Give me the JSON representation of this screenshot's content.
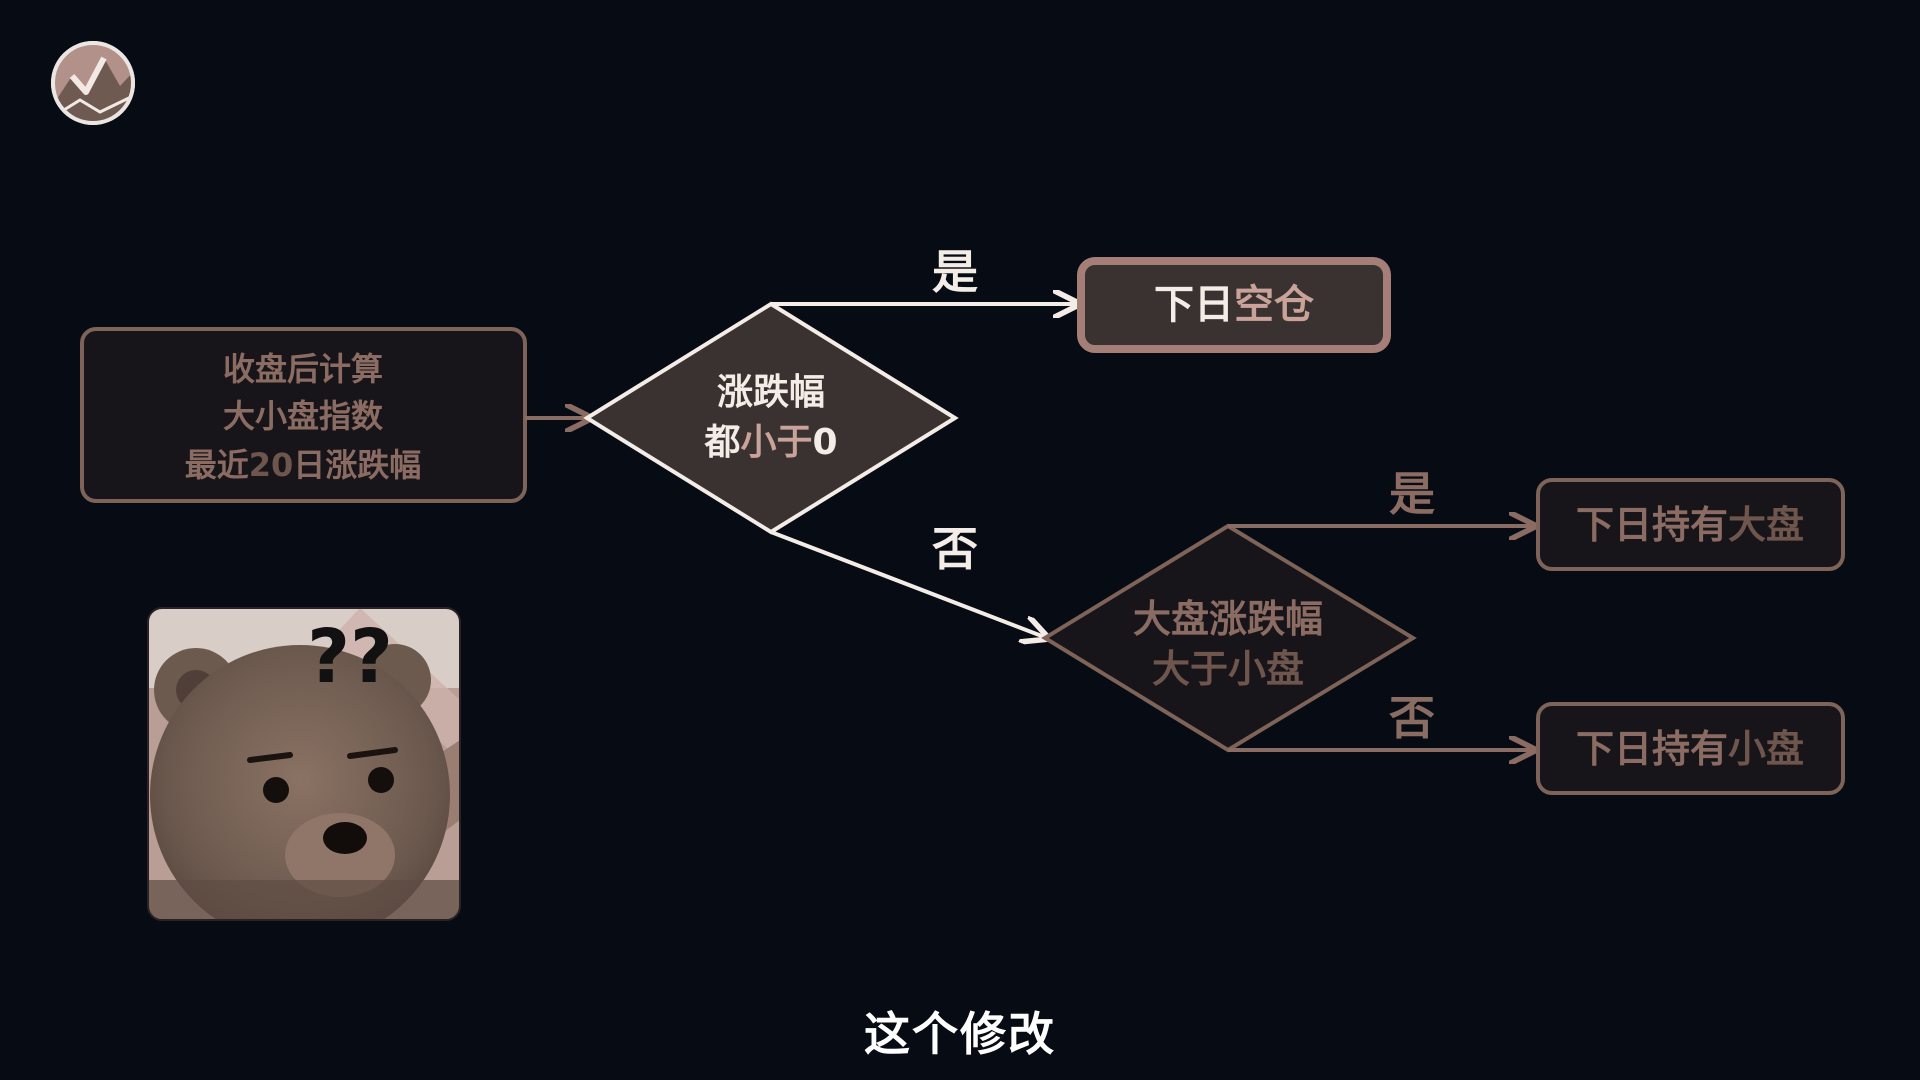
{
  "colors": {
    "background": "#070b13",
    "brown": "#7d6358",
    "brown_light": "#9a7e72",
    "pink_accent": "#c9a39a",
    "cream": "#f4ece6",
    "box_fill": "#17141a",
    "diamond_fill": "#3a3230"
  },
  "logo": {
    "icon": "mountain-logo-icon"
  },
  "flow": {
    "start_box": {
      "line1": "收盘后计算",
      "line2": "大小盘指数",
      "line3_prefix": "最近",
      "line3_highlight": "20",
      "line3_suffix": "日涨跌幅"
    },
    "decision1": {
      "line1": "涨跌幅",
      "line2_prefix": "都",
      "line2_highlight": "小于",
      "line2_suffix": "0"
    },
    "decision2": {
      "line1": "大盘涨跌幅",
      "line2": "大于小盘"
    },
    "yes_label_1": "是",
    "no_label_1": "否",
    "yes_label_2": "是",
    "no_label_2": "否",
    "result_empty": {
      "prefix": "下日",
      "highlight": "空仓"
    },
    "result_large": {
      "prefix": "下日持有",
      "highlight": "大盘"
    },
    "result_small": {
      "prefix": "下日持有",
      "highlight": "小盘"
    }
  },
  "meme_image": {
    "icon": "confused-teddy-bear-icon",
    "caption": "??"
  },
  "subtitle": "这个修改"
}
